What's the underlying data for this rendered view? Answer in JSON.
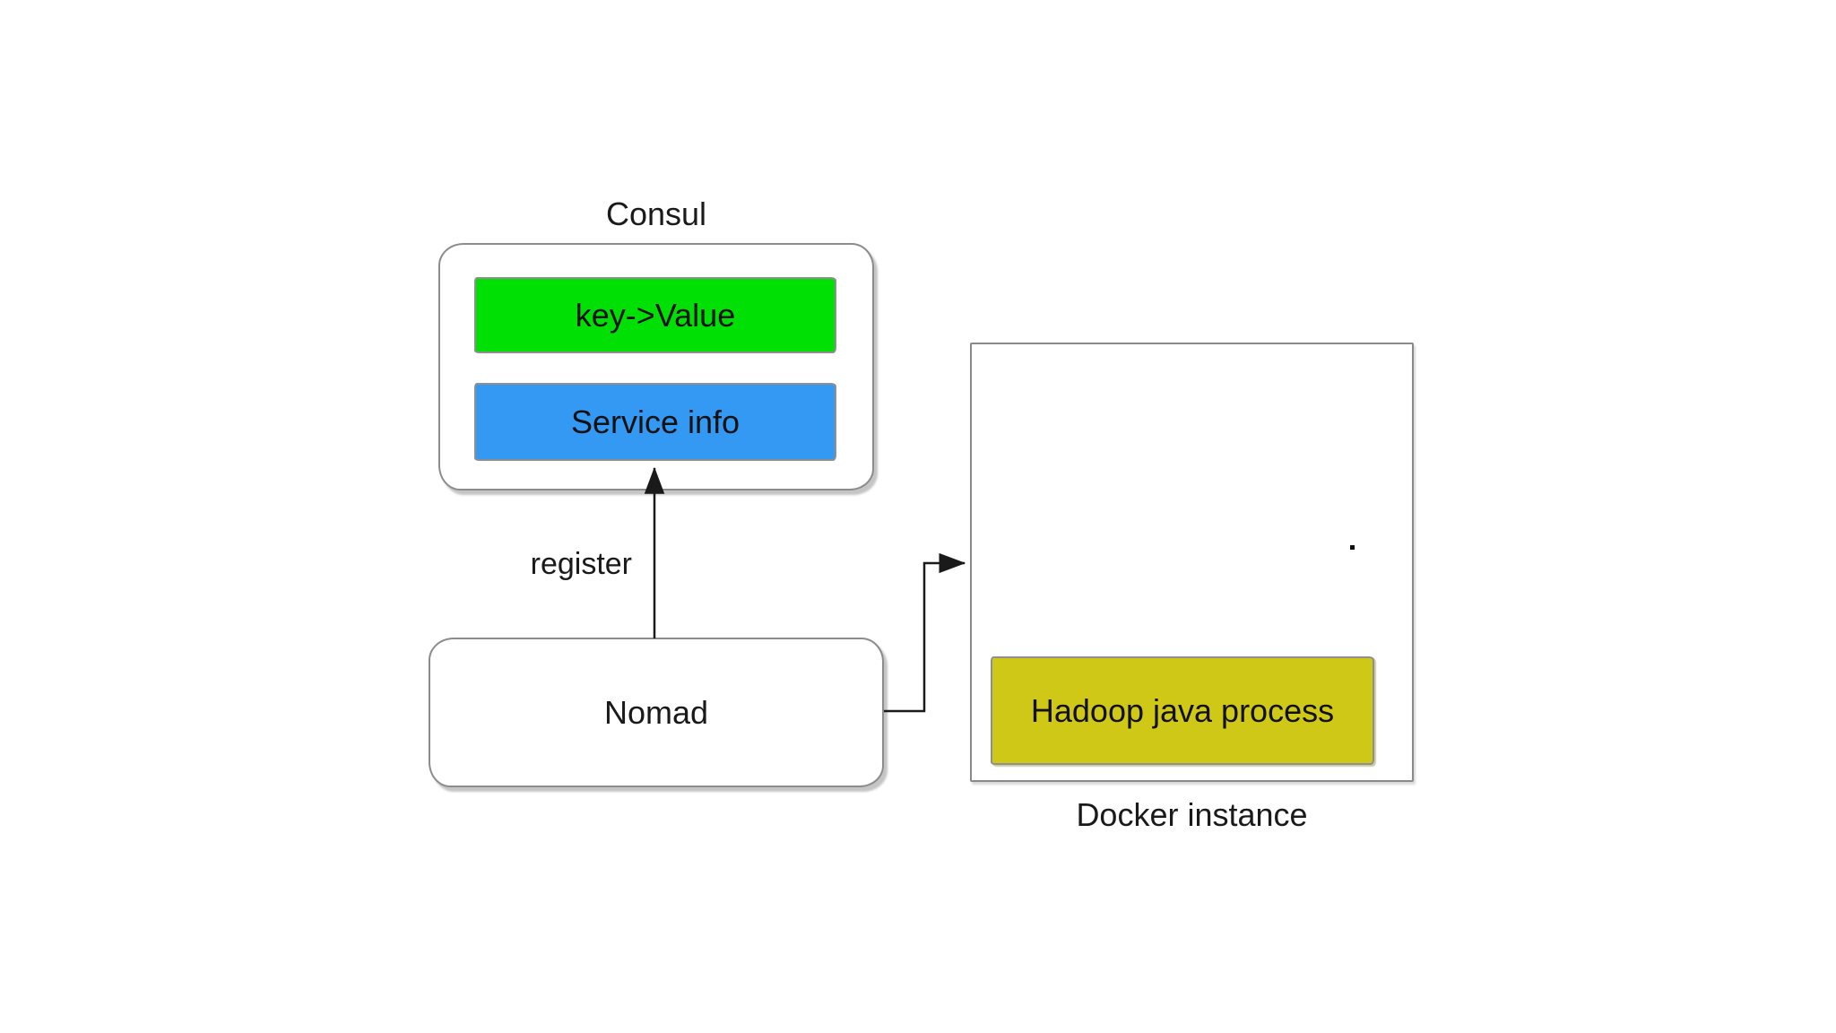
{
  "consul": {
    "title": "Consul",
    "key_value_label": "key->Value",
    "key_value_color": "#00e005",
    "service_info_label": "Service info",
    "service_info_color": "#3399f3"
  },
  "nomad": {
    "label": "Nomad"
  },
  "docker": {
    "caption": "Docker instance",
    "hadoop_label": "Hadoop java process",
    "hadoop_color": "#d0c816"
  },
  "edges": {
    "register_label": "register",
    "line_color": "#1a1a1a"
  },
  "style": {
    "background_color": "#ffffff",
    "shape_border_color": "#8c8c8c",
    "text_color": "#1a1a1a"
  }
}
